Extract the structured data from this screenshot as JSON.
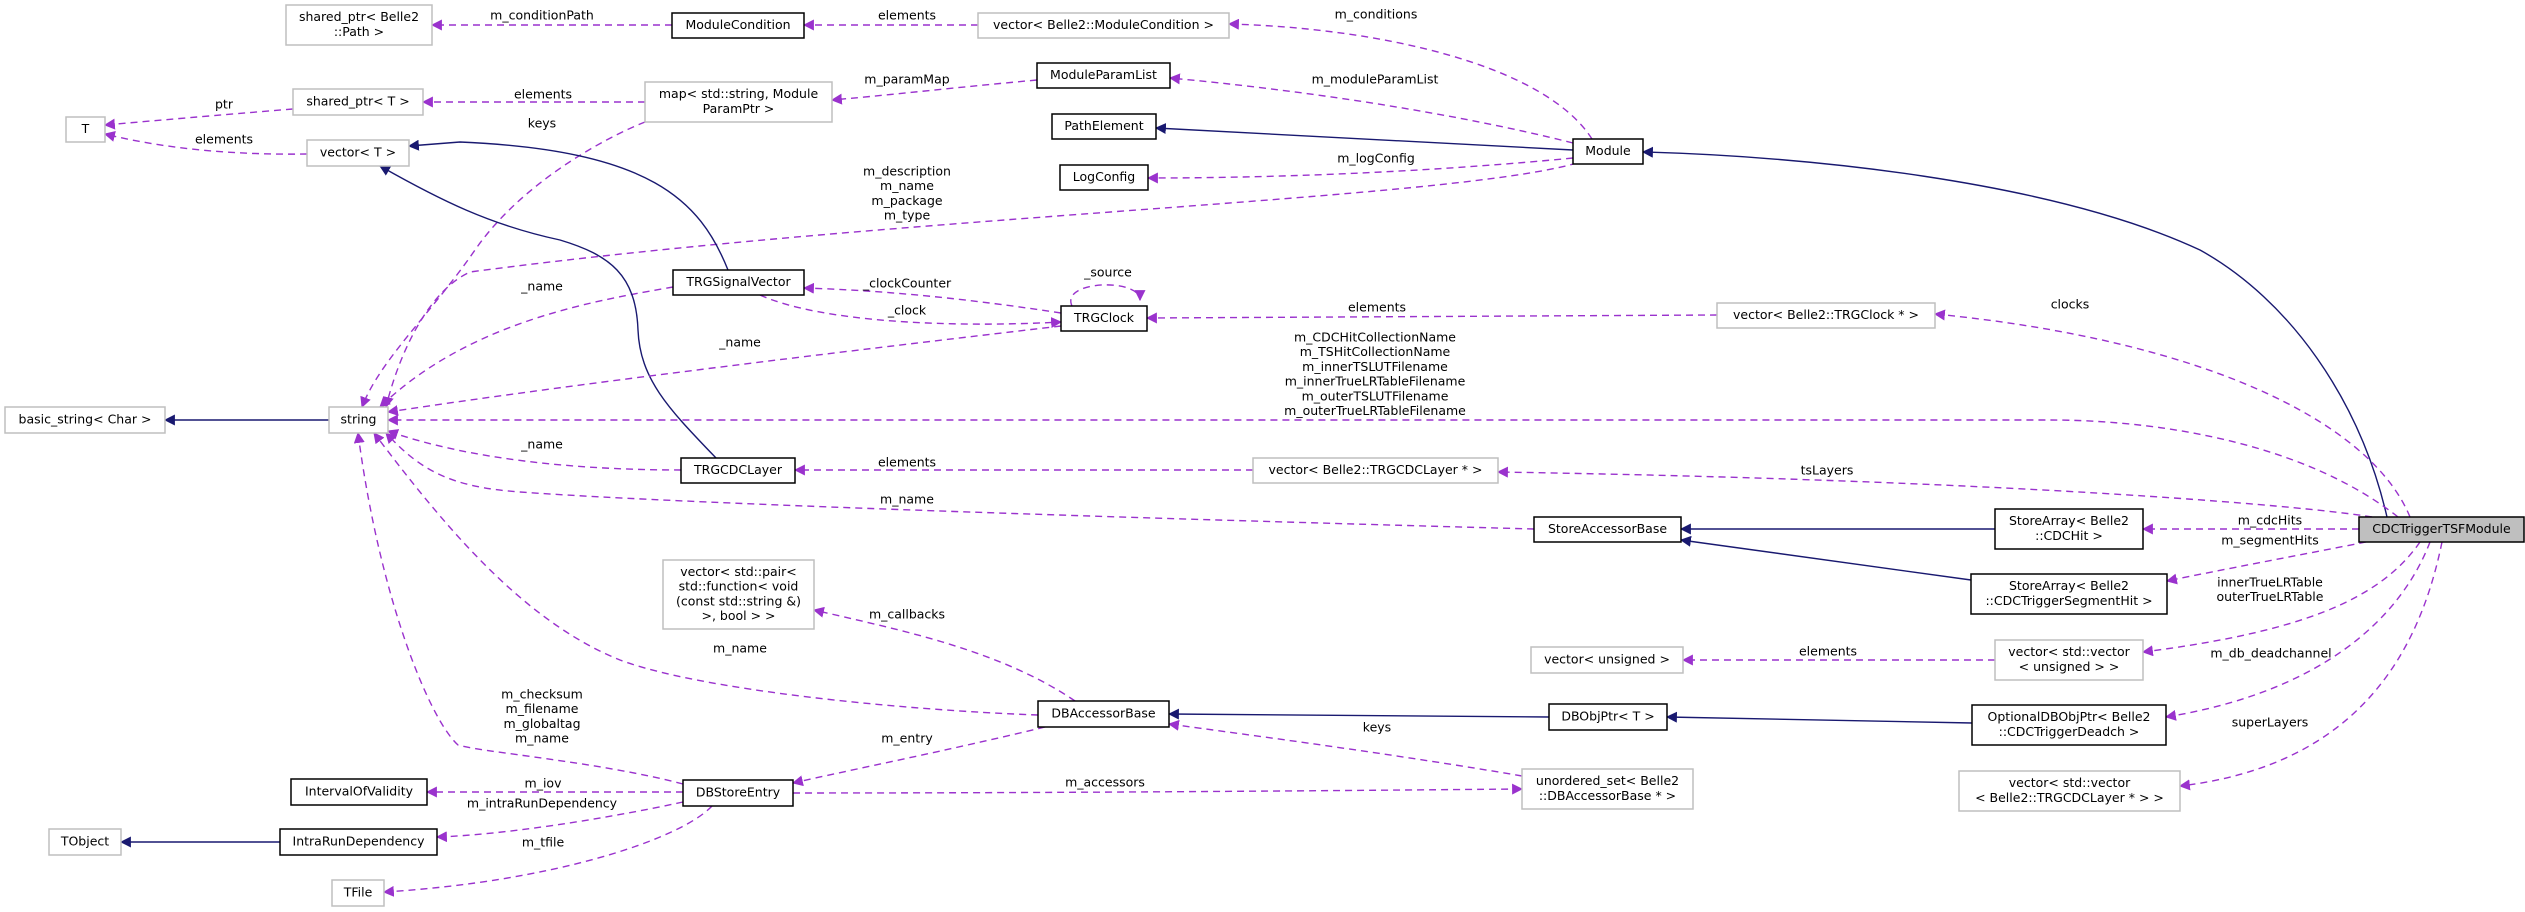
{
  "diagram": {
    "title": "CDCTriggerTSFModule collaboration diagram",
    "colors": {
      "usage_edge": "#9a32cd",
      "inheritance_edge": "#191970",
      "focus_fill": "#bfbfbf",
      "external_border": "#bfbfbf"
    },
    "nodes": {
      "path_ptr": {
        "lines": [
          "shared_ptr< Belle2",
          "::Path >"
        ],
        "kind": "ext"
      },
      "module_condition": {
        "lines": [
          "ModuleCondition"
        ],
        "kind": "doc"
      },
      "vec_modcond": {
        "lines": [
          "vector< Belle2::ModuleCondition >"
        ],
        "kind": "ext"
      },
      "t": {
        "lines": [
          "T"
        ],
        "kind": "ext"
      },
      "shared_t": {
        "lines": [
          "shared_ptr< T >"
        ],
        "kind": "ext"
      },
      "param_map": {
        "lines": [
          "map< std::string, Module",
          "ParamPtr >"
        ],
        "kind": "ext"
      },
      "vector_t": {
        "lines": [
          "vector< T >"
        ],
        "kind": "ext"
      },
      "module_param_list": {
        "lines": [
          "ModuleParamList"
        ],
        "kind": "doc"
      },
      "path_element": {
        "lines": [
          "PathElement"
        ],
        "kind": "doc"
      },
      "log_config": {
        "lines": [
          "LogConfig"
        ],
        "kind": "doc"
      },
      "module": {
        "lines": [
          "Module"
        ],
        "kind": "doc"
      },
      "trg_signal_vector": {
        "lines": [
          "TRGSignalVector"
        ],
        "kind": "doc"
      },
      "trg_clock": {
        "lines": [
          "TRGClock"
        ],
        "kind": "doc"
      },
      "vec_clock": {
        "lines": [
          "vector< Belle2::TRGClock * >"
        ],
        "kind": "ext"
      },
      "basic_string": {
        "lines": [
          "basic_string< Char >"
        ],
        "kind": "ext"
      },
      "string": {
        "lines": [
          "string"
        ],
        "kind": "ext"
      },
      "trgcdc_layer": {
        "lines": [
          "TRGCDCLayer"
        ],
        "kind": "doc"
      },
      "vec_layer": {
        "lines": [
          "vector< Belle2::TRGCDCLayer * >"
        ],
        "kind": "ext"
      },
      "store_accessor_base": {
        "lines": [
          "StoreAccessorBase"
        ],
        "kind": "doc"
      },
      "sa_cdchit": {
        "lines": [
          "StoreArray< Belle2",
          "::CDCHit >"
        ],
        "kind": "doc"
      },
      "sa_seghit": {
        "lines": [
          "StoreArray< Belle2",
          "::CDCTriggerSegmentHit >"
        ],
        "kind": "doc"
      },
      "tsf_module": {
        "lines": [
          "CDCTriggerTSFModule"
        ],
        "kind": "focus"
      },
      "vec_pair": {
        "lines": [
          "vector< std::pair<",
          "std::function< void",
          "(const std::string &)",
          ">, bool > >"
        ],
        "kind": "ext"
      },
      "vec_unsigned": {
        "lines": [
          "vector< unsigned >"
        ],
        "kind": "ext"
      },
      "vec_vec_unsigned": {
        "lines": [
          "vector< std::vector",
          "< unsigned > >"
        ],
        "kind": "ext"
      },
      "db_accessor_base": {
        "lines": [
          "DBAccessorBase"
        ],
        "kind": "doc"
      },
      "db_obj_ptr": {
        "lines": [
          "DBObjPtr< T >"
        ],
        "kind": "doc"
      },
      "opt_db_obj_ptr": {
        "lines": [
          "OptionalDBObjPtr< Belle2",
          "::CDCTriggerDeadch >"
        ],
        "kind": "doc"
      },
      "vec_vec_layer": {
        "lines": [
          "vector< std::vector",
          "< Belle2::TRGCDCLayer * > >"
        ],
        "kind": "ext"
      },
      "unordered_set": {
        "lines": [
          "unordered_set< Belle2",
          "::DBAccessorBase * >"
        ],
        "kind": "ext"
      },
      "interval_of_validity": {
        "lines": [
          "IntervalOfValidity"
        ],
        "kind": "doc"
      },
      "db_store_entry": {
        "lines": [
          "DBStoreEntry"
        ],
        "kind": "doc"
      },
      "tobject": {
        "lines": [
          "TObject"
        ],
        "kind": "ext"
      },
      "intra_run_dependency": {
        "lines": [
          "IntraRunDependency"
        ],
        "kind": "doc"
      },
      "tfile": {
        "lines": [
          "TFile"
        ],
        "kind": "ext"
      }
    },
    "edges": [
      {
        "from": "module_condition",
        "to": "path_ptr",
        "kind": "use",
        "labels": [
          "m_conditionPath"
        ]
      },
      {
        "from": "vec_modcond",
        "to": "module_condition",
        "kind": "use",
        "labels": [
          "elements"
        ]
      },
      {
        "from": "module",
        "to": "vec_modcond",
        "kind": "use",
        "labels": [
          "m_conditions"
        ]
      },
      {
        "from": "module",
        "to": "module_param_list",
        "kind": "use",
        "labels": [
          "m_moduleParamList"
        ]
      },
      {
        "from": "module_param_list",
        "to": "param_map",
        "kind": "use",
        "labels": [
          "m_paramMap"
        ]
      },
      {
        "from": "param_map",
        "to": "shared_t",
        "kind": "use",
        "labels": [
          "elements"
        ]
      },
      {
        "from": "shared_t",
        "to": "t",
        "kind": "use",
        "labels": [
          "ptr"
        ]
      },
      {
        "from": "vector_t",
        "to": "t",
        "kind": "use",
        "labels": [
          "elements"
        ]
      },
      {
        "from": "param_map",
        "to": "string",
        "kind": "use",
        "labels": [
          "keys"
        ]
      },
      {
        "from": "module",
        "to": "path_element",
        "kind": "inh",
        "labels": []
      },
      {
        "from": "tsf_module",
        "to": "module",
        "kind": "inh",
        "labels": []
      },
      {
        "from": "module",
        "to": "log_config",
        "kind": "use",
        "labels": [
          "m_logConfig"
        ]
      },
      {
        "from": "module",
        "to": "string",
        "kind": "use",
        "labels": [
          "m_description",
          "m_name",
          "m_package",
          "m_type"
        ]
      },
      {
        "from": "trg_signal_vector",
        "to": "string",
        "kind": "use",
        "labels": [
          "_name"
        ]
      },
      {
        "from": "trg_signal_vector",
        "to": "vector_t",
        "kind": "inh",
        "labels": []
      },
      {
        "from": "trgcdc_layer",
        "to": "vector_t",
        "kind": "inh",
        "labels": []
      },
      {
        "from": "trg_clock",
        "to": "trg_signal_vector",
        "kind": "use",
        "labels": [
          "_clockCounter"
        ]
      },
      {
        "from": "trg_signal_vector",
        "to": "trg_clock",
        "kind": "use",
        "labels": [
          "_clock"
        ]
      },
      {
        "from": "trg_clock",
        "to": "string",
        "kind": "use",
        "labels": [
          "_name"
        ]
      },
      {
        "from": "trg_clock",
        "to": "trg_clock",
        "kind": "use",
        "labels": [
          "_source"
        ]
      },
      {
        "from": "vec_clock",
        "to": "trg_clock",
        "kind": "use",
        "labels": [
          "elements"
        ]
      },
      {
        "from": "tsf_module",
        "to": "vec_clock",
        "kind": "use",
        "labels": [
          "clocks"
        ]
      },
      {
        "from": "tsf_module",
        "to": "string",
        "kind": "use",
        "labels": [
          "m_CDCHitCollectionName",
          "m_TSHitCollectionName",
          "m_innerTSLUTFilename",
          "m_innerTrueLRTableFilename",
          "m_outerTSLUTFilename",
          "m_outerTrueLRTableFilename"
        ]
      },
      {
        "from": "trgcdc_layer",
        "to": "string",
        "kind": "use",
        "labels": [
          "_name"
        ]
      },
      {
        "from": "vec_layer",
        "to": "trgcdc_layer",
        "kind": "use",
        "labels": [
          "elements"
        ]
      },
      {
        "from": "tsf_module",
        "to": "vec_layer",
        "kind": "use",
        "labels": [
          "tsLayers"
        ]
      },
      {
        "from": "store_accessor_base",
        "to": "string",
        "kind": "use",
        "labels": [
          "m_name"
        ]
      },
      {
        "from": "sa_cdchit",
        "to": "store_accessor_base",
        "kind": "inh",
        "labels": []
      },
      {
        "from": "sa_seghit",
        "to": "store_accessor_base",
        "kind": "inh",
        "labels": []
      },
      {
        "from": "tsf_module",
        "to": "sa_cdchit",
        "kind": "use",
        "labels": [
          "m_cdcHits"
        ]
      },
      {
        "from": "tsf_module",
        "to": "sa_seghit",
        "kind": "use",
        "labels": [
          "m_segmentHits"
        ]
      },
      {
        "from": "tsf_module",
        "to": "vec_vec_unsigned",
        "kind": "use",
        "labels": [
          "innerTrueLRTable",
          "outerTrueLRTable"
        ]
      },
      {
        "from": "vec_vec_unsigned",
        "to": "vec_unsigned",
        "kind": "use",
        "labels": [
          "elements"
        ]
      },
      {
        "from": "tsf_module",
        "to": "opt_db_obj_ptr",
        "kind": "use",
        "labels": [
          "m_db_deadchannel"
        ]
      },
      {
        "from": "tsf_module",
        "to": "vec_vec_layer",
        "kind": "use",
        "labels": [
          "superLayers"
        ]
      },
      {
        "from": "opt_db_obj_ptr",
        "to": "db_obj_ptr",
        "kind": "inh",
        "labels": []
      },
      {
        "from": "db_obj_ptr",
        "to": "db_accessor_base",
        "kind": "inh",
        "labels": []
      },
      {
        "from": "db_accessor_base",
        "to": "vec_pair",
        "kind": "use",
        "labels": [
          "m_callbacks"
        ]
      },
      {
        "from": "db_accessor_base",
        "to": "string",
        "kind": "use",
        "labels": [
          "m_name"
        ]
      },
      {
        "from": "db_accessor_base",
        "to": "db_store_entry",
        "kind": "use",
        "labels": [
          "m_entry"
        ]
      },
      {
        "from": "unordered_set",
        "to": "db_accessor_base",
        "kind": "use",
        "labels": [
          "keys"
        ]
      },
      {
        "from": "db_store_entry",
        "to": "unordered_set",
        "kind": "use",
        "labels": [
          "m_accessors"
        ]
      },
      {
        "from": "db_store_entry",
        "to": "string",
        "kind": "use",
        "labels": [
          "m_checksum",
          "m_filename",
          "m_globaltag",
          "m_name"
        ]
      },
      {
        "from": "db_store_entry",
        "to": "interval_of_validity",
        "kind": "use",
        "labels": [
          "m_iov"
        ]
      },
      {
        "from": "db_store_entry",
        "to": "intra_run_dependency",
        "kind": "use",
        "labels": [
          "m_intraRunDependency"
        ]
      },
      {
        "from": "intra_run_dependency",
        "to": "tobject",
        "kind": "inh",
        "labels": []
      },
      {
        "from": "db_store_entry",
        "to": "tfile",
        "kind": "use",
        "labels": [
          "m_tfile"
        ]
      },
      {
        "from": "string",
        "to": "basic_string",
        "kind": "inh",
        "labels": []
      }
    ]
  }
}
